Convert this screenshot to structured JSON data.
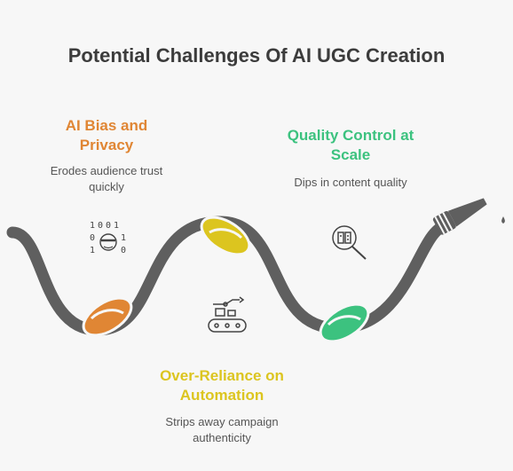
{
  "title": "Potential Challenges Of AI UGC Creation",
  "colors": {
    "hose": "#5f5f5f",
    "orange": "#e08634",
    "yellow": "#dcc51f",
    "green": "#3cc27f",
    "heading_orange": "#e08634",
    "heading_yellow": "#dcc51f",
    "heading_green": "#3cc27f",
    "icon": "#444444"
  },
  "challenges": [
    {
      "heading_line1": "AI Bias and",
      "heading_line2": "Privacy",
      "desc_line1": "Erodes audience trust",
      "desc_line2": "quickly",
      "icon": "binary-face-icon"
    },
    {
      "heading_line1": "Quality Control at",
      "heading_line2": "Scale",
      "desc_line1": "Dips in content quality",
      "desc_line2": "",
      "icon": "magnify-document-icon"
    },
    {
      "heading_line1": "Over-Reliance on",
      "heading_line2": "Automation",
      "desc_line1": "Strips away campaign",
      "desc_line2": "authenticity",
      "icon": "robot-arm-conveyor-icon"
    }
  ],
  "binary_digits": {
    "row1": "1001",
    "row2_left": "0",
    "row2_right": "1",
    "row3_left": "1",
    "row3_right": "0"
  }
}
